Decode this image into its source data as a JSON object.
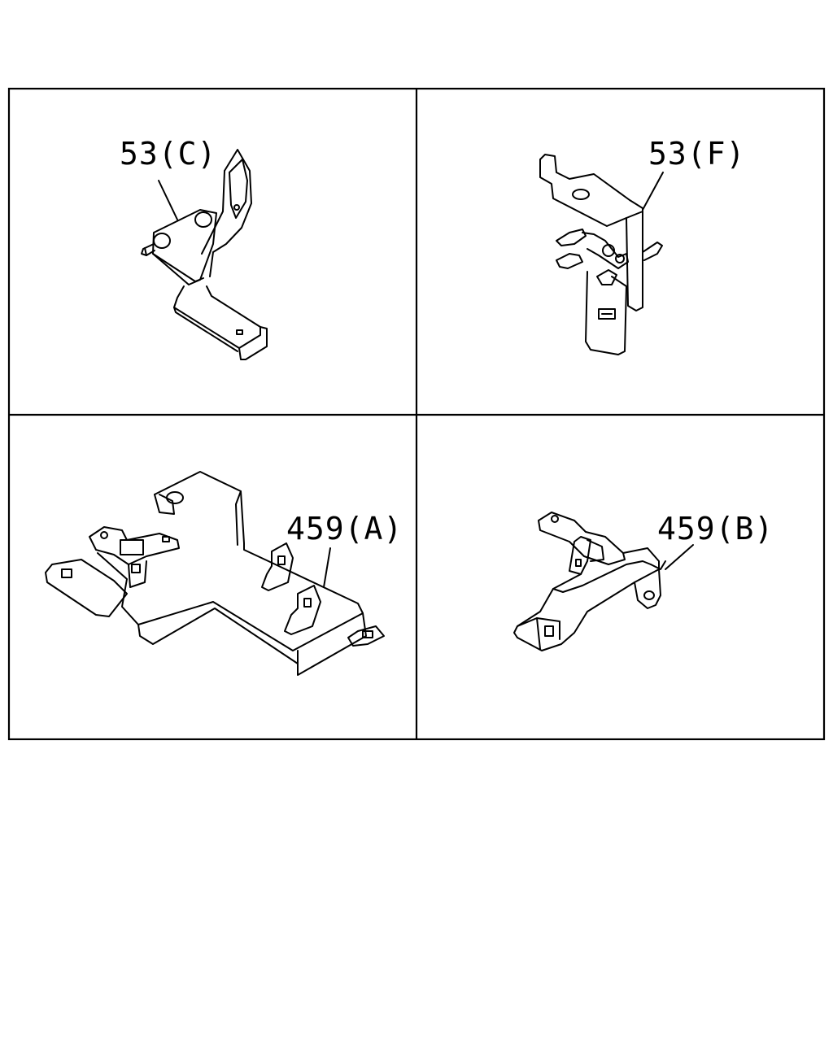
{
  "labels": {
    "q1": "53(C)",
    "q2": "53(F)",
    "q3": "459(A)",
    "q4": "459(B)"
  },
  "colors": {
    "ink": "#000000",
    "paper": "#ffffff"
  }
}
